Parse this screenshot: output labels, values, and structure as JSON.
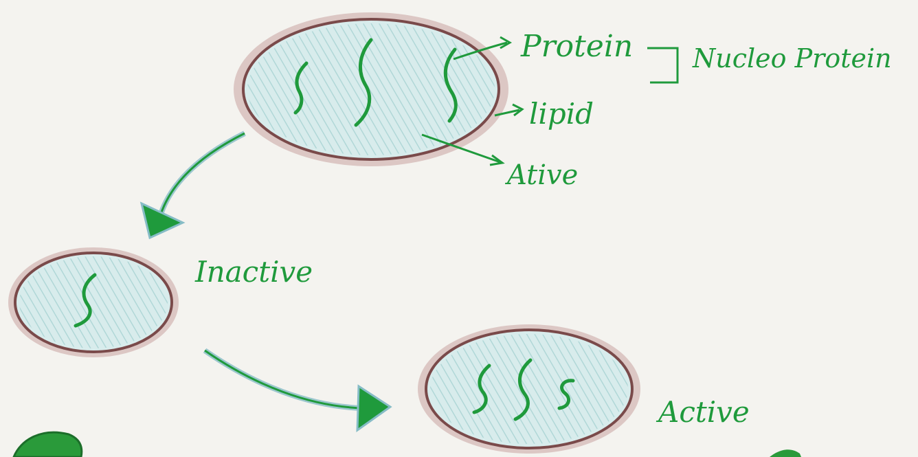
{
  "diagram": {
    "labels": {
      "protein": "Protein",
      "nucleo_protein": "Nucleo Protein",
      "lipid": "lipid",
      "ative": "Ative",
      "inactive": "Inactive",
      "active": "Active"
    },
    "colors": {
      "paper": "#f4f3ef",
      "membrane": "#7a4a4a",
      "membrane_halo": "#c9a3a0",
      "cell_fill": "#cfe5e5",
      "strand": "#1f9a3c",
      "arrow": "#1f9a3c",
      "arrow_shadow": "#86bcc6"
    },
    "icons": [
      "cell-membrane",
      "nucleic-acid-strand",
      "arrow"
    ]
  }
}
